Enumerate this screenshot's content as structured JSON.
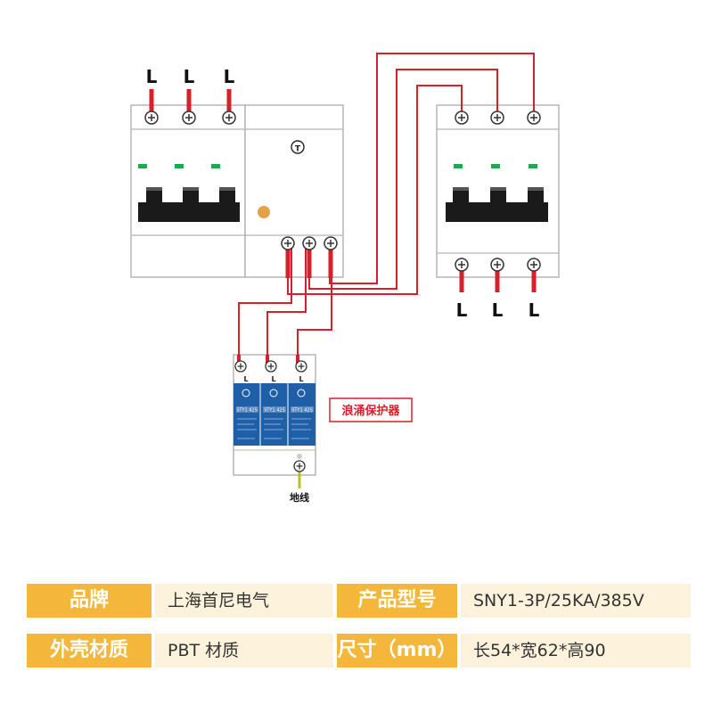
{
  "diagram": {
    "phase_label": "L",
    "spd_label": "浪涌保护器",
    "ground_label": "地线",
    "test_mark": "T",
    "module_title": "STY1 42S"
  },
  "specs": [
    {
      "key": "品牌",
      "value": "上海首尼电气"
    },
    {
      "key": "产品型号",
      "value": "SNY1-3P/25KA/385V"
    },
    {
      "key": "外壳材质",
      "value": "PBT 材质"
    },
    {
      "key": "尺寸（mm）",
      "value": "长54*宽62*高90"
    }
  ],
  "colors": {
    "wire": "#d6202a",
    "breaker_body": "#ffffff",
    "breaker_border": "#b5b5b5",
    "handle": "#1a1a1a",
    "indicator_green": "#21a84c",
    "spd_blue": "#1f5fa8",
    "label_bar": "#f3b73c",
    "label_bg": "#fdf3dc",
    "ground_wire": "#b8c21e"
  }
}
